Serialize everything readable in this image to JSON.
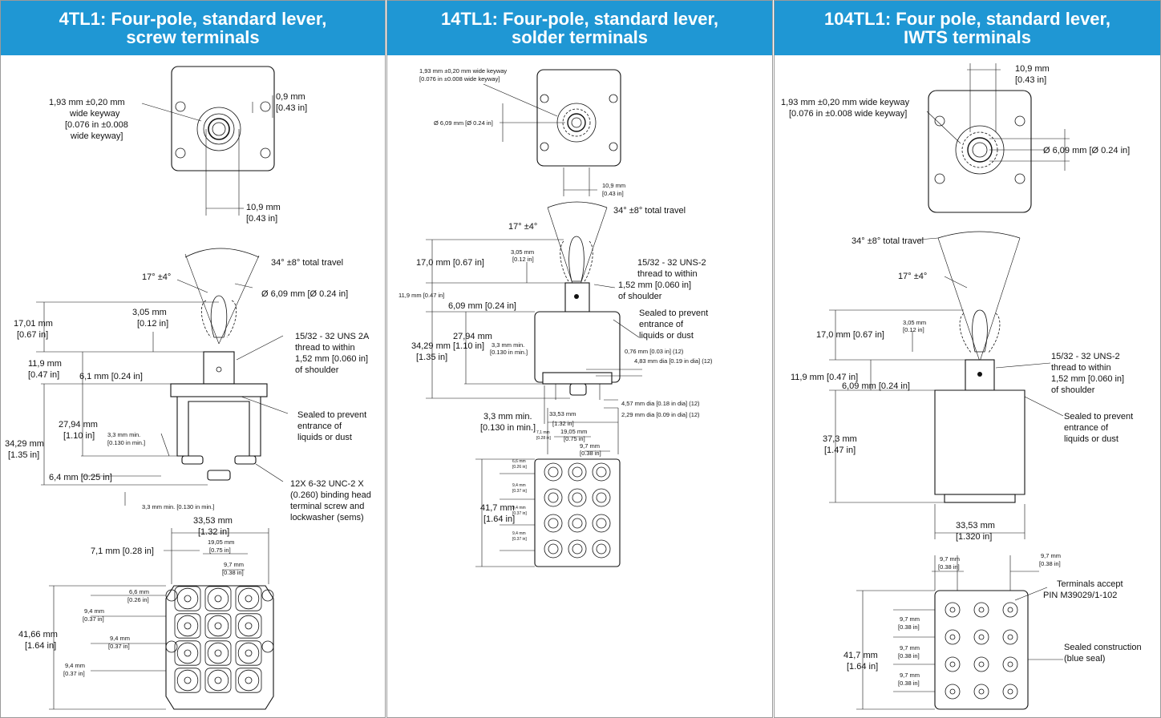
{
  "panels": [
    {
      "title_line1": "4TL1: Four-pole, standard lever,",
      "title_line2": "screw terminals",
      "labels": {
        "keyway_1": "1,93 mm ±0,20 mm",
        "keyway_2": "wide keyway",
        "keyway_3": "[0.076 in ±0.008",
        "keyway_4": "wide keyway]",
        "d09_1": "0,9 mm",
        "d09_2": "[0.43 in]",
        "w109_1": "10,9 mm",
        "w109_2": "[0.43 in]",
        "travel": "34° ±8° total travel",
        "angle": "17° ±4°",
        "dia": "Ø 6,09 mm [Ø 0.24 in]",
        "h1701_1": "17,01 mm",
        "h1701_2": "[0.67 in]",
        "h305_1": "3,05 mm",
        "h305_2": "[0.12 in]",
        "thread_1": "15/32 - 32 UNS 2A",
        "thread_2": "thread to within",
        "thread_3": "1,52 mm [0.060 in]",
        "thread_4": "of shoulder",
        "h119_1": "11,9 mm",
        "h119_2": "[0.47 in]",
        "w61": "6,1 mm [0.24 in]",
        "sealed_1": "Sealed to prevent",
        "sealed_2": "entrance of",
        "sealed_3": "liquids or dust",
        "h2794_1": "27,94 mm",
        "h2794_2": "[1.10 in]",
        "min33_1": "3,3 mm min.",
        "min33_2": "[0.130 in min.]",
        "h3429_1": "34,29 mm",
        "h3429_2": "[1.35 in]",
        "w64": "6,4 mm [0.25 in]",
        "screw_1": "12X 6-32 UNC-2 X",
        "screw_2": "(0.260) binding head",
        "screw_3": "terminal screw and",
        "screw_4": "lockwasher (sems)",
        "min33_line": "3,3 mm min. [0.130 in min.]",
        "w3353_1": "33,53 mm",
        "w3353_2": "[1.32 in]",
        "w71": "7,1 mm [0.28 in]",
        "w1905_1": "19,05 mm",
        "w1905_2": "[0.75 in]",
        "w97_1": "9,7 mm",
        "w97_2": "[0.38 in]",
        "h66_1": "6,6 mm",
        "h66_2": "[0.26 in]",
        "h94a_1": "9,4 mm",
        "h94a_2": "[0.37 in]",
        "h94b_1": "9,4 mm",
        "h94b_2": "[0.37 in]",
        "h94c_1": "9,4 mm",
        "h94c_2": "[0.37 in]",
        "h4166_1": "41,66 mm",
        "h4166_2": "[1.64 in]"
      }
    },
    {
      "title_line1": "14TL1: Four-pole, standard lever,",
      "title_line2": "solder terminals",
      "labels": {
        "keyway_1": "1,93 mm ±0,20 mm wide keyway",
        "keyway_2": "[0.076 in ±0.008 wide keyway]",
        "dia": "Ø 6,09 mm [Ø 0.24 in]",
        "w109_1": "10,9 mm",
        "w109_2": "[0.43 in]",
        "travel": "34° ±8° total travel",
        "angle": "17° ±4°",
        "h305_1": "3,05 mm",
        "h305_2": "[0.12 in]",
        "h170": "17,0 mm [0.67 in]",
        "thread_1": "15/32 - 32 UNS-2",
        "thread_2": "thread to within",
        "thread_3": "1,52 mm [0.060 in]",
        "thread_4": "of shoulder",
        "h119": "11,9 mm [0.47 in]",
        "w609": "6,09 mm [0.24 in]",
        "sealed_1": "Sealed to prevent",
        "sealed_2": "entrance of",
        "sealed_3": "liquids or dust",
        "h2794": "27,94 mm",
        "min33_1": "3,3 mm min.",
        "min33_2": "[0.130 in min.]",
        "h3429_1": "34,29 mm [1.10 in]",
        "h3429_2": "[1.35 in]",
        "d076": "0,76 mm [0.03 in] (12)",
        "d483": "4,83 mm dia [0.19 in dia] (12)",
        "d457": "4,57 mm dia [0.18 in dia] (12)",
        "d229": "2,29 mm dia [0.09 in dia] (12)",
        "w3353_1": "33,53 mm",
        "w3353_2": "[1.32 in]",
        "min33b_1": "3,3 mm min.",
        "min33b_2": "[0.130 in min.]",
        "w71_1": "7,1 mm",
        "w71_2": "[0.28 in]",
        "w1905_1": "19,05 mm",
        "w1905_2": "[0.75 in]",
        "w97_1": "9,7 mm",
        "w97_2": "[0.38 in]",
        "h66_1": "6,6 mm",
        "h66_2": "[0.26 in]",
        "h94a_1": "9,4 mm",
        "h94a_2": "[0.37 in]",
        "h94b_1": "9,4 mm",
        "h94b_2": "[0.37 in]",
        "h94c_1": "9,4 mm",
        "h94c_2": "[0.37 in]",
        "h417_1": "41,7 mm",
        "h417_2": "[1.64 in]"
      }
    },
    {
      "title_line1": "104TL1: Four pole, standard lever,",
      "title_line2": "IWTS terminals",
      "labels": {
        "w109_1": "10,9 mm",
        "w109_2": "[0.43 in]",
        "keyway_1": "1,93 mm ±0,20 mm wide keyway",
        "keyway_2": "[0.076 in ±0.008 wide keyway]",
        "dia": "Ø 6,09 mm [Ø 0.24 in]",
        "travel": "34° ±8° total travel",
        "angle": "17° ±4°",
        "h170": "17,0 mm [0.67 in]",
        "h305_1": "3,05 mm",
        "h305_2": "[0.12 in]",
        "thread_1": "15/32 - 32 UNS-2",
        "thread_2": "thread to within",
        "thread_3": "1,52 mm [0.060 in]",
        "thread_4": "of shoulder",
        "h119": "11,9 mm [0.47 in]",
        "w609": "6,09 mm [0.24 in]",
        "sealed_1": "Sealed to prevent",
        "sealed_2": "entrance of",
        "sealed_3": "liquids or dust",
        "h373_1": "37,3 mm",
        "h373_2": "[1.47 in]",
        "w3353_1": "33,53 mm",
        "w3353_2": "[1.320 in]",
        "w97a_1": "9,7 mm",
        "w97a_2": "[0.38 in]",
        "w97b_1": "9,7 mm",
        "w97b_2": "[0.38 in]",
        "terminals_1": "Terminals accept",
        "terminals_2": "PIN M39029/1-102",
        "h97a_1": "9,7 mm",
        "h97a_2": "[0.38 in]",
        "h97b_1": "9,7 mm",
        "h97b_2": "[0.38 in]",
        "h97c_1": "9,7 mm",
        "h97c_2": "[0.38 in]",
        "seal_1": "Sealed construction",
        "seal_2": "(blue seal)",
        "h417_1": "41,7 mm",
        "h417_2": "[1.64 in]"
      }
    }
  ],
  "colors": {
    "header_bg": "#1f97d4",
    "header_text": "#ffffff",
    "line": "#111111"
  }
}
